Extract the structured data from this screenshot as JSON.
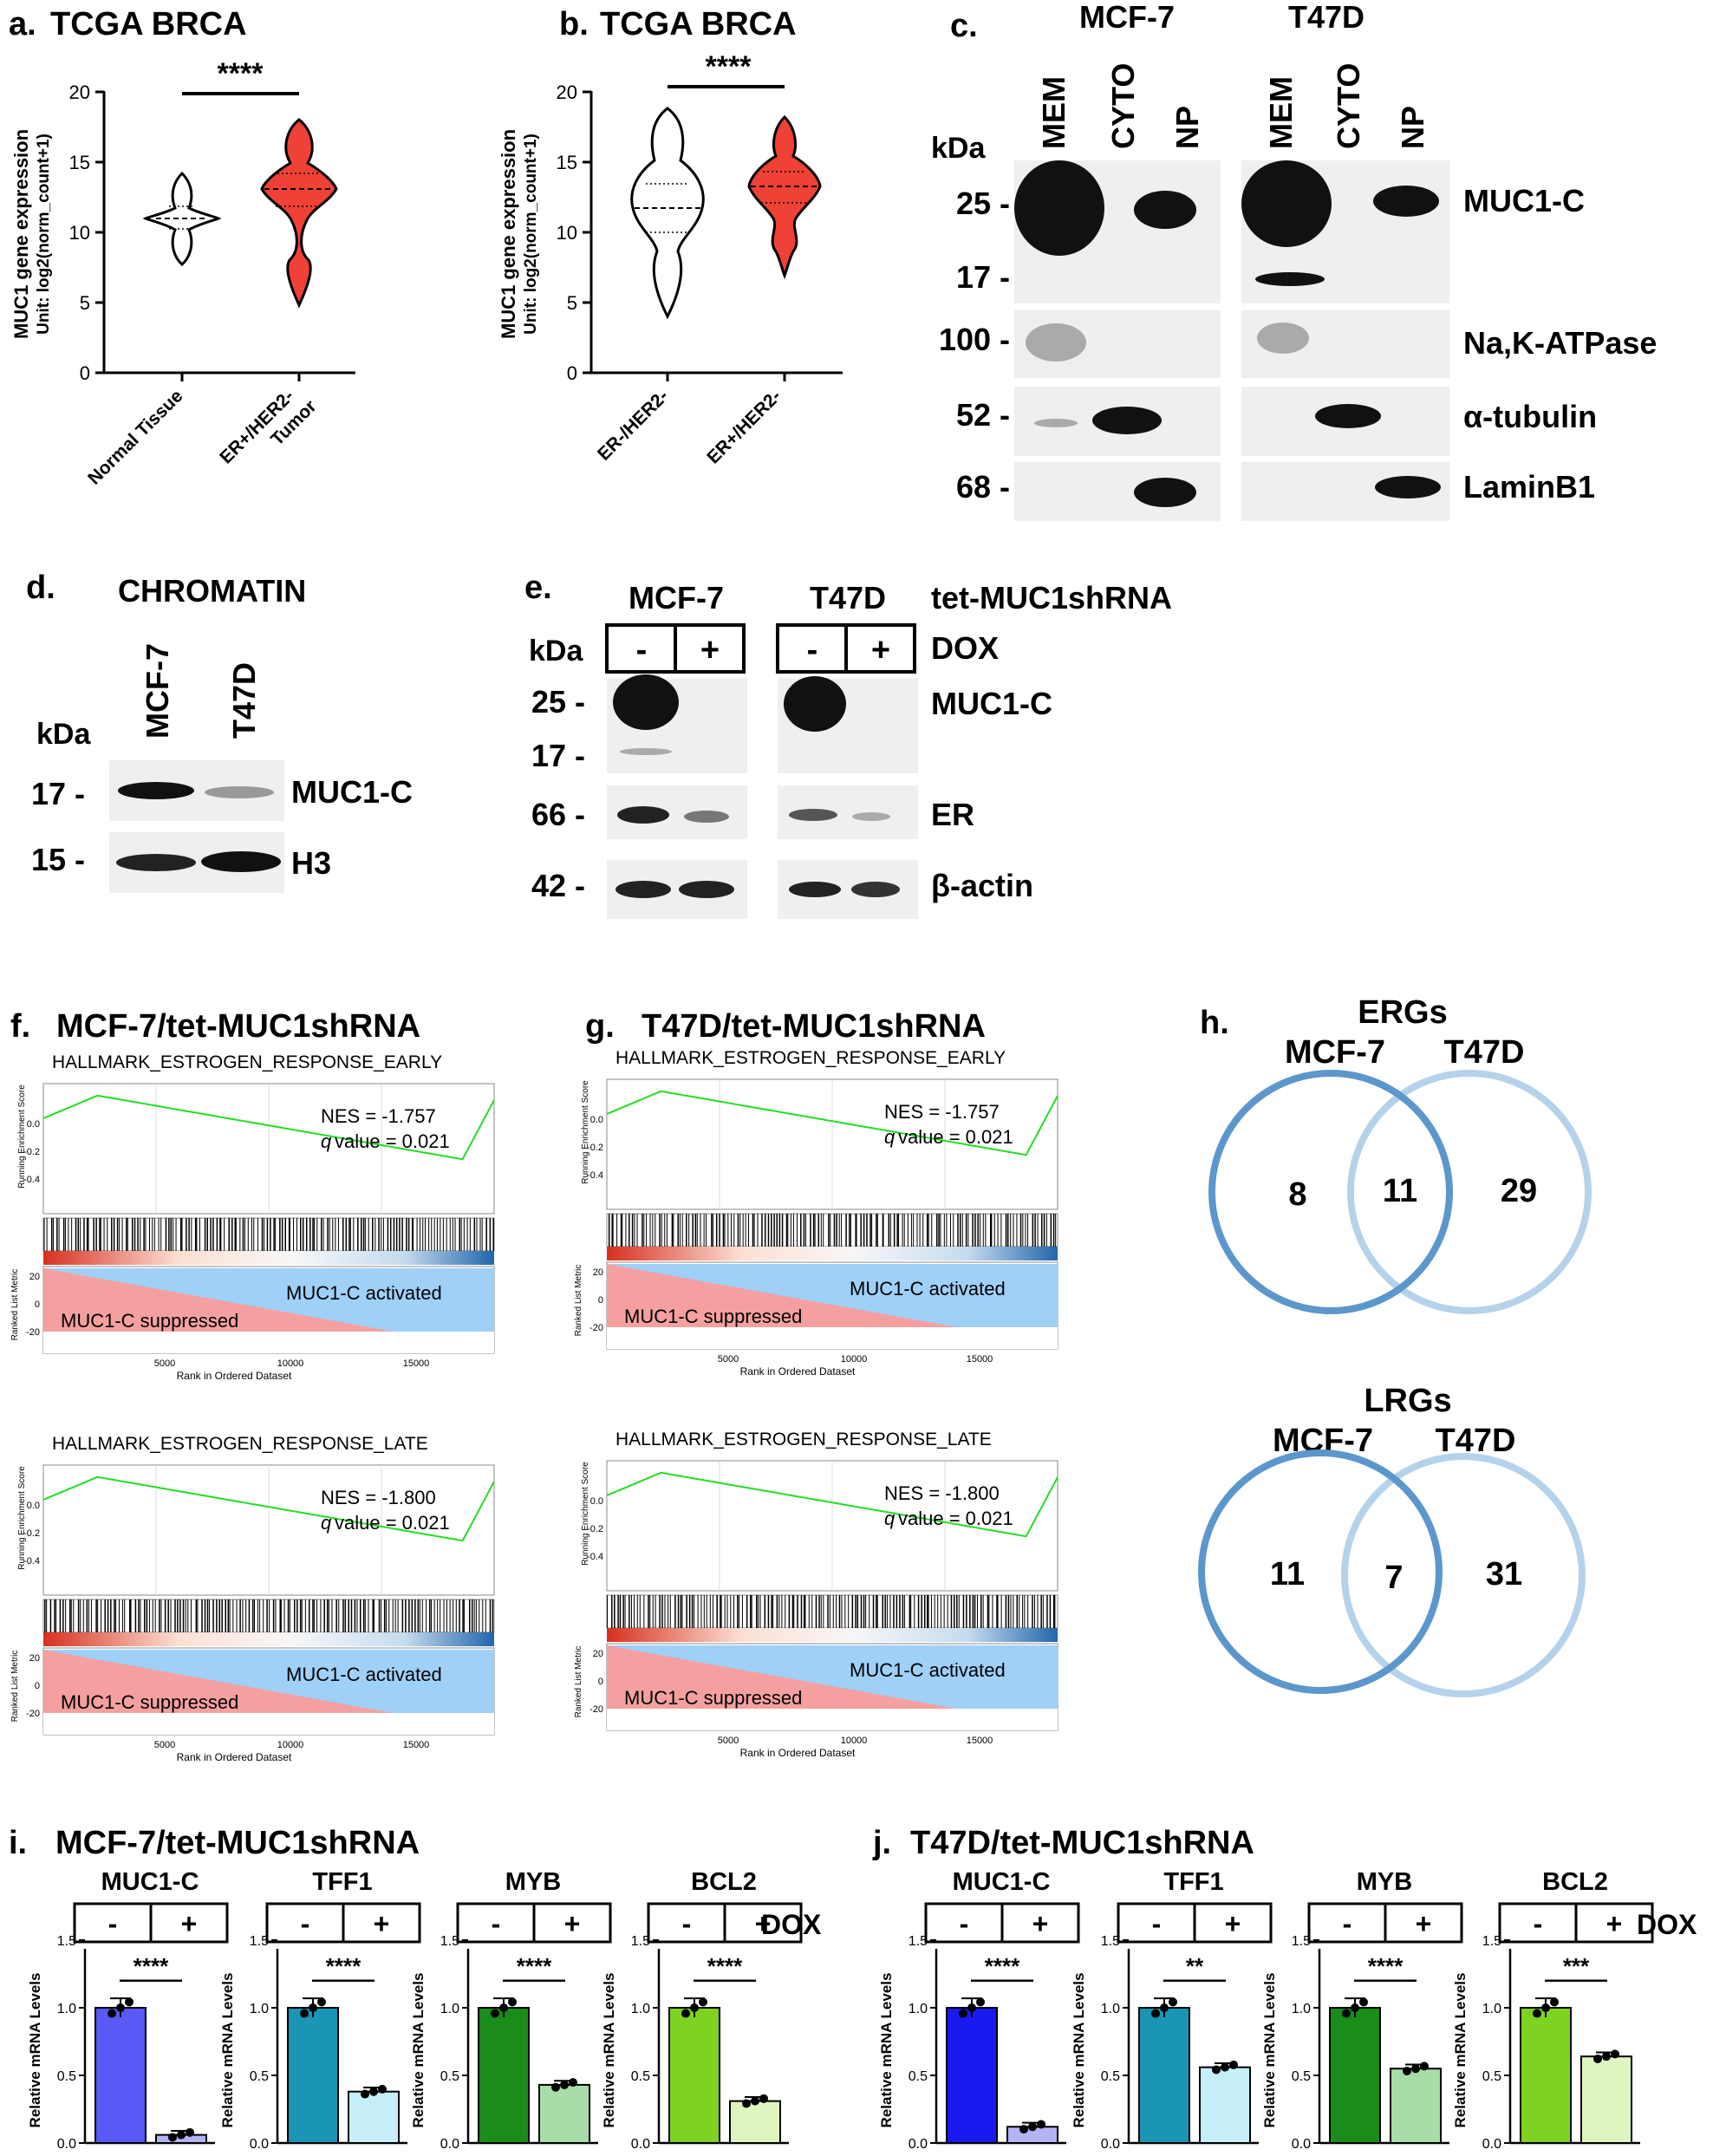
{
  "panel_a": {
    "letter": "a.",
    "title": "TCGA BRCA",
    "sig": "****",
    "ylabel1": "MUC1 gene expression",
    "ylabel2": "Unit: log2(norm_count+1)",
    "yticks": [
      "0",
      "5",
      "10",
      "15",
      "20"
    ],
    "xticks": [
      "Normal Tissue",
      "ER+/HER2-",
      "Tumor"
    ]
  },
  "panel_b": {
    "letter": "b.",
    "title": "TCGA BRCA",
    "sig": "****",
    "ylabel1": "MUC1 gene expression",
    "ylabel2": "Unit: log2(norm_count+1)",
    "yticks": [
      "0",
      "5",
      "10",
      "15",
      "20"
    ],
    "xticks": [
      "ER-/HER2-",
      "ER+/HER2-"
    ]
  },
  "panel_c": {
    "letter": "c.",
    "cells": [
      "MCF-7",
      "T47D"
    ],
    "lanes": [
      "MEM",
      "CYTO",
      "NP"
    ],
    "kda": "kDa",
    "markers": [
      "25 -",
      "17 -",
      "100 -",
      "52 -",
      "68 -"
    ],
    "proteins": [
      "MUC1-C",
      "Na,K-ATPase",
      "α-tubulin",
      "LaminB1"
    ]
  },
  "panel_d": {
    "letter": "d.",
    "title": "CHROMATIN",
    "lanes": [
      "MCF-7",
      "T47D"
    ],
    "kda": "kDa",
    "markers": [
      "17 -",
      "15 -"
    ],
    "proteins": [
      "MUC1-C",
      "H3"
    ]
  },
  "panel_e": {
    "letter": "e.",
    "cells": [
      "MCF-7",
      "T47D"
    ],
    "construct": "tet-MUC1shRNA",
    "minus": "-",
    "plus": "+",
    "dox": "DOX",
    "kda": "kDa",
    "markers": [
      "25 -",
      "17 -",
      "66 -",
      "42 -"
    ],
    "proteins": [
      "MUC1-C",
      "ER",
      "β-actin"
    ]
  },
  "panel_f": {
    "letter": "f.",
    "title": "MCF-7/tet-MUC1shRNA"
  },
  "panel_g": {
    "letter": "g.",
    "title": "T47D/tet-MUC1shRNA"
  },
  "gsea": {
    "early": "HALLMARK_ESTROGEN_RESPONSE_EARLY",
    "late": "HALLMARK_ESTROGEN_RESPONSE_LATE",
    "nes_early": "NES = -1.757",
    "nes_late": "NES = -1.800",
    "q": "q",
    "qval": "value = 0.021",
    "es_ylabel": "Running Enrichment Score",
    "rank_ylabel": "Ranked List Metric",
    "xlabel": "Rank in Ordered Dataset",
    "xticks": [
      "5000",
      "10000",
      "15000"
    ],
    "yticks_es": [
      "0.0",
      "-0.2",
      "-0.4"
    ],
    "yticks_rank": [
      "20",
      "0",
      "-20"
    ],
    "activated": "MUC1-C activated",
    "suppressed": "MUC1-C suppressed",
    "colors": {
      "curve": "#22dd22",
      "pos": "#f4a0a0",
      "neg": "#9fd0f8"
    }
  },
  "panel_h": {
    "letter": "h.",
    "venn": [
      {
        "title": "ERGs",
        "left": "MCF-7",
        "right": "T47D",
        "a": "8",
        "ab": "11",
        "b": "29"
      },
      {
        "title": "LRGs",
        "left": "MCF-7",
        "right": "T47D",
        "a": "11",
        "ab": "7",
        "b": "31"
      }
    ],
    "colors": {
      "left": "#5b97cc",
      "right": "#b5d2ea"
    }
  },
  "panel_i": {
    "letter": "i.",
    "title": "MCF-7/tet-MUC1shRNA"
  },
  "panel_j": {
    "letter": "j.",
    "title": "T47D/tet-MUC1shRNA"
  },
  "bars_common": {
    "ylabel": "Relative mRNA Levels",
    "yticks": [
      "0.0",
      "0.5",
      "1.0",
      "1.5"
    ],
    "minus": "-",
    "plus": "+",
    "dox": "DOX"
  },
  "chart_data": [
    {
      "type": "bar",
      "panel": "i",
      "title": "MUC1-C",
      "categories": [
        "-",
        "+"
      ],
      "values": [
        1.0,
        0.06
      ],
      "sig": "****",
      "ylim": [
        0,
        1.5
      ],
      "colors": [
        "#5959f5",
        "#b4b4f5"
      ]
    },
    {
      "type": "bar",
      "panel": "i",
      "title": "TFF1",
      "categories": [
        "-",
        "+"
      ],
      "values": [
        1.0,
        0.38
      ],
      "sig": "****",
      "ylim": [
        0,
        1.5
      ],
      "colors": [
        "#1a95b5",
        "#c5eef8"
      ]
    },
    {
      "type": "bar",
      "panel": "i",
      "title": "MYB",
      "categories": [
        "-",
        "+"
      ],
      "values": [
        1.0,
        0.43
      ],
      "sig": "****",
      "ylim": [
        0,
        1.5
      ],
      "colors": [
        "#1a8c1a",
        "#a8dca8"
      ]
    },
    {
      "type": "bar",
      "panel": "i",
      "title": "BCL2",
      "categories": [
        "-",
        "+"
      ],
      "values": [
        1.0,
        0.31
      ],
      "sig": "****",
      "ylim": [
        0,
        1.5
      ],
      "colors": [
        "#7ed321",
        "#def5c0"
      ]
    },
    {
      "type": "bar",
      "panel": "j",
      "title": "MUC1-C",
      "categories": [
        "-",
        "+"
      ],
      "values": [
        1.0,
        0.12
      ],
      "sig": "****",
      "ylim": [
        0,
        1.5
      ],
      "colors": [
        "#1a1af0",
        "#b4b4f5"
      ]
    },
    {
      "type": "bar",
      "panel": "j",
      "title": "TFF1",
      "categories": [
        "-",
        "+"
      ],
      "values": [
        1.0,
        0.56
      ],
      "sig": "**",
      "ylim": [
        0,
        1.5
      ],
      "colors": [
        "#1a95b5",
        "#c5eef8"
      ]
    },
    {
      "type": "bar",
      "panel": "j",
      "title": "MYB",
      "categories": [
        "-",
        "+"
      ],
      "values": [
        1.0,
        0.55
      ],
      "sig": "****",
      "ylim": [
        0,
        1.5
      ],
      "colors": [
        "#1a8c1a",
        "#a8dca8"
      ]
    },
    {
      "type": "bar",
      "panel": "j",
      "title": "BCL2",
      "categories": [
        "-",
        "+"
      ],
      "values": [
        1.0,
        0.64
      ],
      "sig": "***",
      "ylim": [
        0,
        1.5
      ],
      "colors": [
        "#7ed321",
        "#def5c0"
      ]
    }
  ]
}
